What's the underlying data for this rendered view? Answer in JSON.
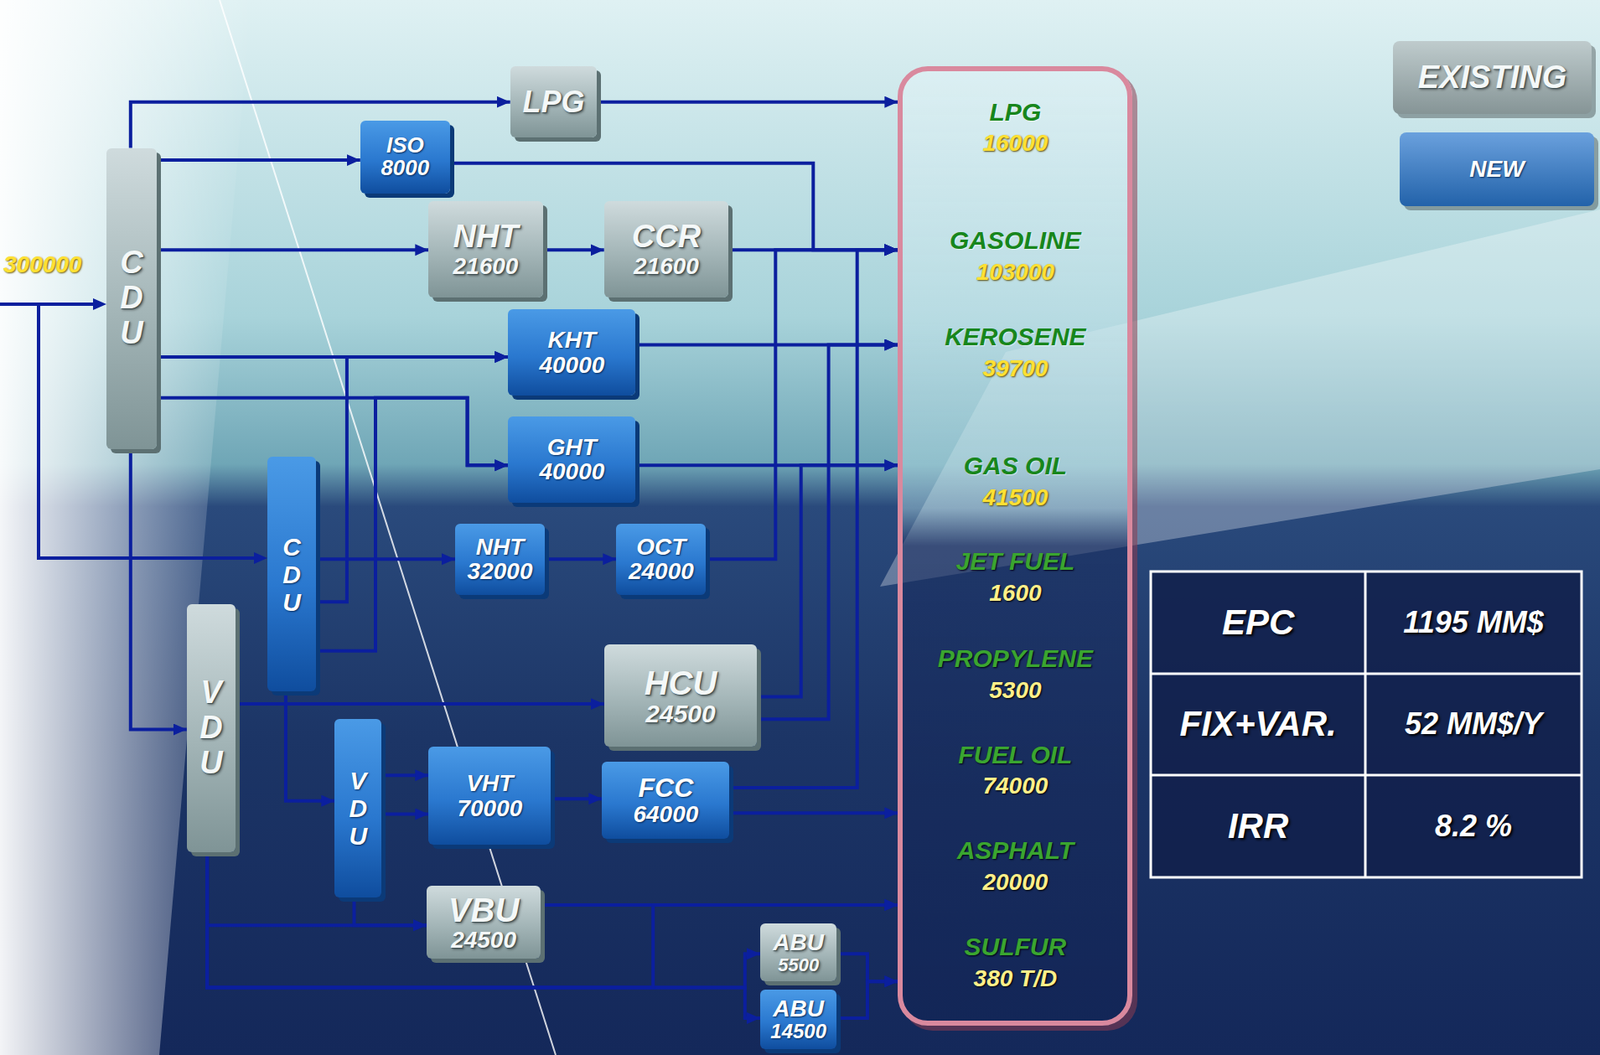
{
  "diagram": {
    "nodes": [
      {
        "text": [
          "CDU"
        ]
      },
      {
        "text": [
          "LPG"
        ]
      },
      {
        "text": [
          "ISO",
          "8000"
        ]
      },
      {
        "text": [
          "NHT",
          "21600"
        ]
      },
      {
        "text": [
          "CCR",
          "21600"
        ]
      },
      {
        "text": [
          "KHT",
          "40000"
        ]
      },
      {
        "text": [
          "GHT",
          "40000"
        ]
      },
      {
        "text": [
          "CDU"
        ]
      },
      {
        "text": [
          "NHT",
          "32000"
        ]
      },
      {
        "text": [
          "OCT",
          "24000"
        ]
      },
      {
        "text": [
          "VDU"
        ]
      },
      {
        "text": [
          "HCU",
          "24500"
        ]
      },
      {
        "text": [
          "VDU"
        ]
      },
      {
        "text": [
          "VHT",
          "70000"
        ]
      },
      {
        "text": [
          "FCC",
          "64000"
        ]
      },
      {
        "text": [
          "VBU",
          "24500"
        ]
      },
      {
        "text": [
          "ABU",
          "5500"
        ]
      },
      {
        "text": [
          "ABU",
          "14500"
        ]
      },
      {
        "text": [
          "LPG",
          "16000",
          "GASOLINE",
          "103000",
          "KEROSENE",
          "39700",
          "GAS OIL",
          "41500",
          "JET FUEL",
          "1600",
          "PROPYLENE",
          "5300",
          "FUEL OIL",
          "74000",
          "ASPHALT",
          "20000",
          "SULFUR",
          "380 T/D"
        ]
      }
    ],
    "edges": [
      {
        "from": 0,
        "to": 1,
        "arrow": "to"
      },
      {
        "from": 1,
        "to": 18,
        "arrow": "to"
      },
      {
        "from": 0,
        "to": 2,
        "arrow": "to"
      },
      {
        "from": 2,
        "to": 18,
        "arrow": "to"
      },
      {
        "from": 0,
        "to": 3,
        "arrow": "to"
      },
      {
        "from": 3,
        "to": 4,
        "arrow": "to"
      },
      {
        "from": 4,
        "to": 18,
        "arrow": "to"
      },
      {
        "from": 0,
        "to": 5,
        "arrow": "to"
      },
      {
        "from": 0,
        "to": 6,
        "arrow": "to"
      },
      {
        "from": 5,
        "to": 18,
        "arrow": "to"
      },
      {
        "from": 6,
        "to": 18,
        "arrow": "to"
      },
      {
        "from": 7,
        "to": 5,
        "arrow": "to"
      },
      {
        "from": 7,
        "to": 6,
        "arrow": "to"
      },
      {
        "from": 7,
        "to": 8,
        "arrow": "to"
      },
      {
        "from": 8,
        "to": 9,
        "arrow": "to"
      },
      {
        "from": 9,
        "to": 18,
        "arrow": "to"
      },
      {
        "from": 0,
        "to": 10,
        "arrow": "to"
      },
      {
        "from": 7,
        "to": 12,
        "arrow": "to"
      },
      {
        "from": 10,
        "to": 11,
        "arrow": "to"
      },
      {
        "from": 11,
        "to": 18,
        "arrow": "to"
      },
      {
        "from": 11,
        "to": 18,
        "arrow": "to"
      },
      {
        "from": 12,
        "to": 13,
        "arrow": "to"
      },
      {
        "from": 12,
        "to": 13,
        "arrow": "to"
      },
      {
        "from": 13,
        "to": 14,
        "arrow": "to"
      },
      {
        "from": 14,
        "to": 18,
        "arrow": "to"
      },
      {
        "from": 14,
        "to": 18,
        "arrow": "to"
      },
      {
        "from": 10,
        "to": 15,
        "arrow": "to"
      },
      {
        "from": 12,
        "to": 15,
        "arrow": "to"
      },
      {
        "from": 15,
        "to": 18,
        "arrow": "to"
      },
      {
        "from": 10,
        "to": 16,
        "arrow": "to"
      },
      {
        "from": 10,
        "to": 17,
        "arrow": "to"
      },
      {
        "from": 10,
        "to": 18,
        "arrow": "to"
      },
      {
        "from": 16,
        "to": 18,
        "arrow": "to"
      },
      {
        "from": 17,
        "to": 18,
        "arrow": "to"
      }
    ],
    "labels": [
      "300000",
      "EPC",
      "1195 MM$",
      "FIX+VAR.",
      "52 MM$/Y",
      "IRR",
      "8.2 %"
    ],
    "legend": [
      {
        "text": "EXISTING",
        "color": "#a3b5b7"
      },
      {
        "text": "NEW",
        "color": "#2a78cf"
      }
    ]
  }
}
